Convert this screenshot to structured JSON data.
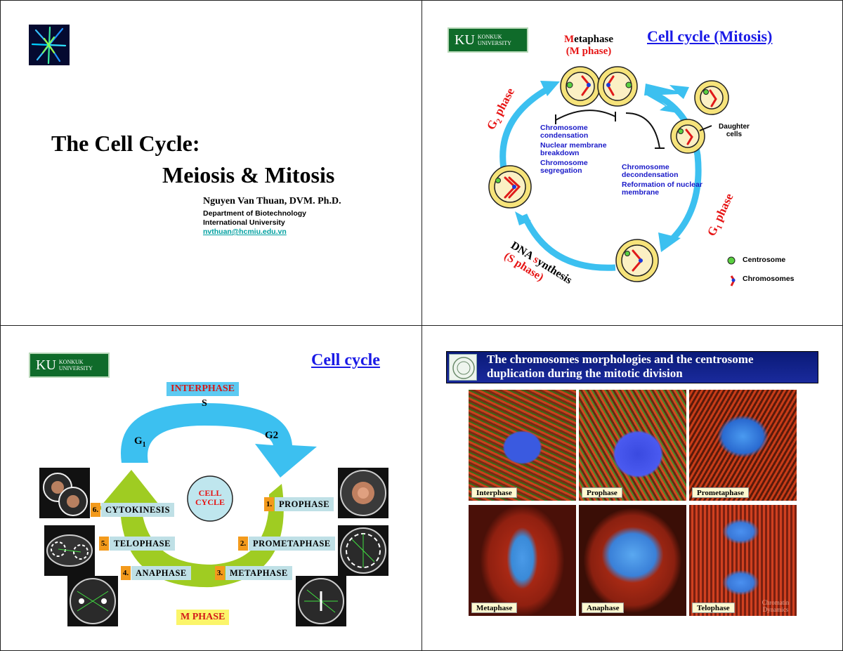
{
  "slide1": {
    "title_line1": "The Cell Cycle:",
    "title_line2": "Meiosis & Mitosis",
    "author": "Nguyen Van Thuan, DVM. Ph.D.",
    "department": "Department of Biotechnology",
    "university": "International University",
    "email": "nvthuan@hcmiu.edu.vn"
  },
  "logo": {
    "ku": "KU",
    "name_line1": "KONKUK",
    "name_line2": "UNIVERSITY"
  },
  "slide2": {
    "title": "Cell cycle (Mitosis)",
    "metaphase_first": "M",
    "metaphase_rest": "etaphase",
    "m_phase": "(M phase)",
    "g2": "G",
    "g2_sub": "2",
    "g2_word": " phase",
    "g1": "G",
    "g1_sub": "1",
    "g1_word": " phase",
    "dna": "DNA ",
    "synthesis_s": "s",
    "synthesis_rest": "ynthesis",
    "s_phase": "(S phase)",
    "daughter": "Daughter cells",
    "list_left": [
      "Chromosome condensation",
      "Nuclear membrane breakdown",
      "Chromosome segregation"
    ],
    "list_right": [
      "Chromosome decondensation",
      "Reformation of nuclear membrane"
    ],
    "legend_centrosome": "Centrosome",
    "legend_chromosomes": "Chromosomes"
  },
  "slide3": {
    "title": "Cell cycle",
    "interphase": "INTERPHASE",
    "s": "S",
    "g1": "G",
    "g1_sub": "1",
    "g2": "G2",
    "cell_cycle_1": "CELL",
    "cell_cycle_2": "CYCLE",
    "m_phase": "M PHASE",
    "phases": [
      {
        "num": "1.",
        "label": "PROPHASE"
      },
      {
        "num": "2.",
        "label": "PROMETAPHASE"
      },
      {
        "num": "3.",
        "label": "METAPHASE"
      },
      {
        "num": "4.",
        "label": "ANAPHASE"
      },
      {
        "num": "5.",
        "label": "TELOPHASE"
      },
      {
        "num": "6.",
        "label": "CYTOKINESIS"
      }
    ]
  },
  "slide4": {
    "title_line1": "The chromosomes morphologies and the centrosome",
    "title_line2": "duplication during the mitotic division",
    "photos": [
      "Interphase",
      "Prophase",
      "Prometaphase",
      "Metaphase",
      "Anaphase",
      "Telophase"
    ],
    "watermark": "Chromatin Dynamics"
  },
  "colors": {
    "ku_green": "#0f6b2a",
    "title_blue": "#1a1ae6",
    "arrow_cyan": "#3cc0f0",
    "arrow_green": "#9fcc22",
    "phase_box": "#bfe0e6",
    "num_orange": "#f39a1c"
  }
}
